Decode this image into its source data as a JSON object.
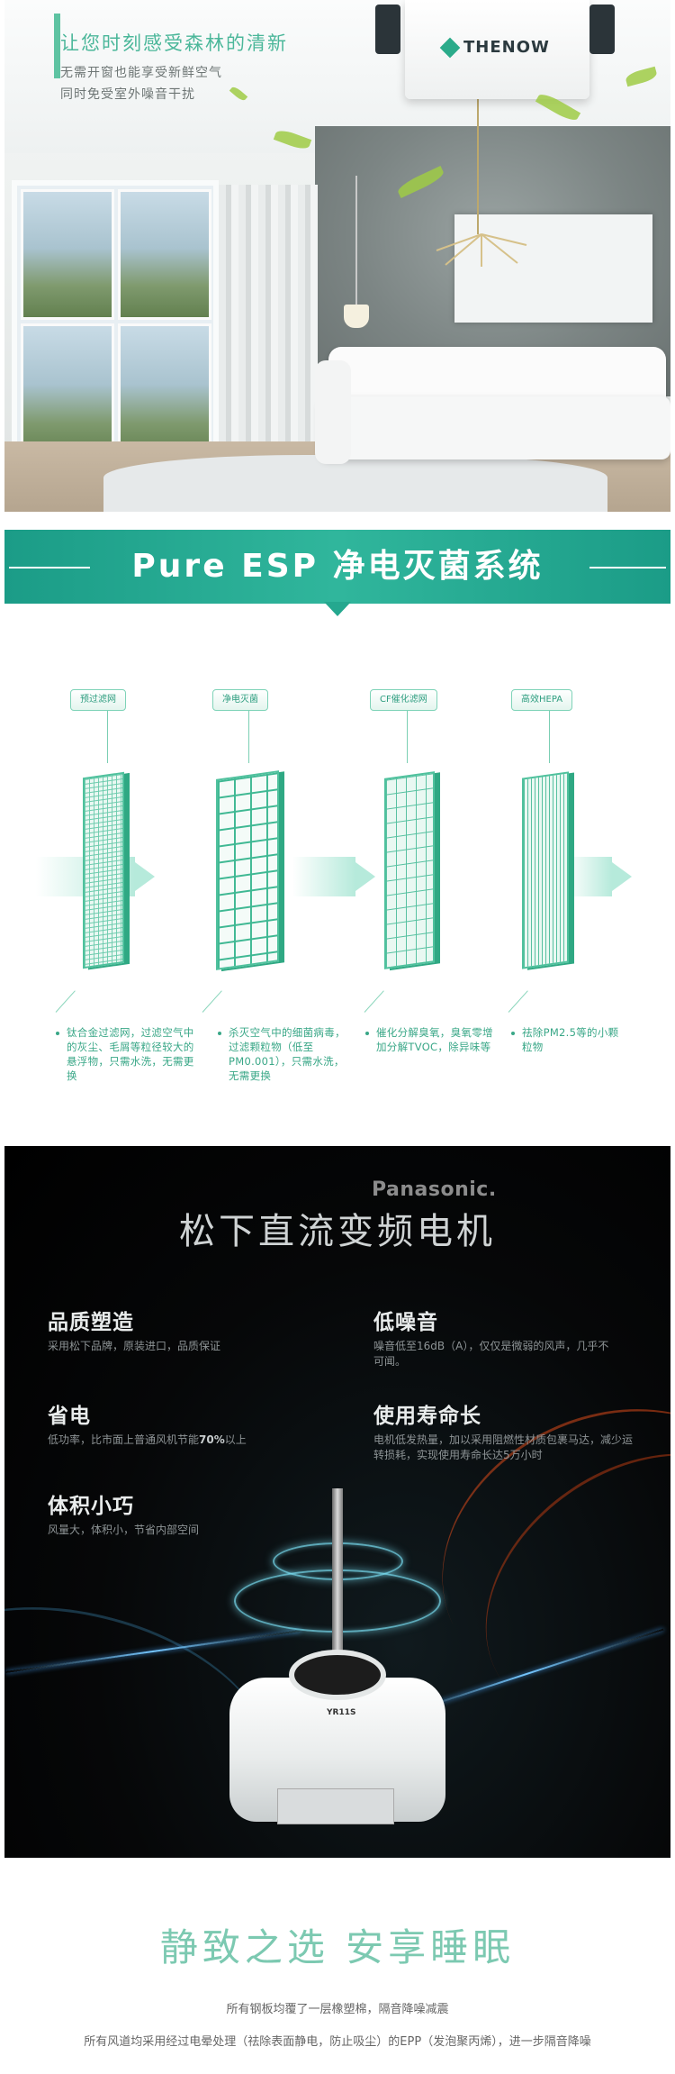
{
  "hero": {
    "headline": "让您时刻感受森林的清新",
    "subtext": [
      "无需开窗也能享受新鲜空气",
      "同时免受室外噪音干扰"
    ],
    "brand": "THENOW",
    "accent_color": "#5ec3a2"
  },
  "banner": {
    "title": "Pure ESP 净电灭菌系统",
    "color": "#25a88f"
  },
  "filters": [
    {
      "label": "预过滤网",
      "description": "钛合金过滤网，过滤空气中的灰尘、毛屑等粒径较大的悬浮物，只需水洗，无需更换"
    },
    {
      "label": "净电灭菌",
      "description": "杀灭空气中的细菌病毒，过滤颗粒物（低至PM0.001），只需水洗，无需更换"
    },
    {
      "label": "CF催化滤网",
      "description": "催化分解臭氧，臭氧零增加分解TVOC，除异味等"
    },
    {
      "label": "高效HEPA",
      "description": "祛除PM2.5等的小颗粒物"
    }
  ],
  "motor": {
    "brand": "Panasonic.",
    "title": "松下直流变频电机",
    "features": [
      {
        "title": "品质塑造",
        "description": "采用松下品牌，原装进口，品质保证"
      },
      {
        "title": "低噪音",
        "description": "噪音低至16dB（A），仅仅是微弱的风声，几乎不可闻。"
      },
      {
        "title": "省电",
        "description_prefix": "低功率，比市面上普通风机节能",
        "description_highlight": "70%",
        "description_suffix": "以上"
      },
      {
        "title": "使用寿命长",
        "description": "电机低发热量，加以采用阻燃性材质包裹马达，减少运转损耗，实现使用寿命长达5万小时"
      },
      {
        "title": "体积小巧",
        "description": "风量大，体积小，节省内部空间"
      }
    ],
    "motor_marking": "YR11S"
  },
  "footer": {
    "title": "静致之选  安享睡眠",
    "lines": [
      "所有钢板均覆了一层橡塑棉，隔音降噪减震",
      "所有风道均采用经过电晕处理（祛除表面静电，防止吸尘）的EPP（发泡聚丙烯），进一步隔音降噪"
    ]
  }
}
